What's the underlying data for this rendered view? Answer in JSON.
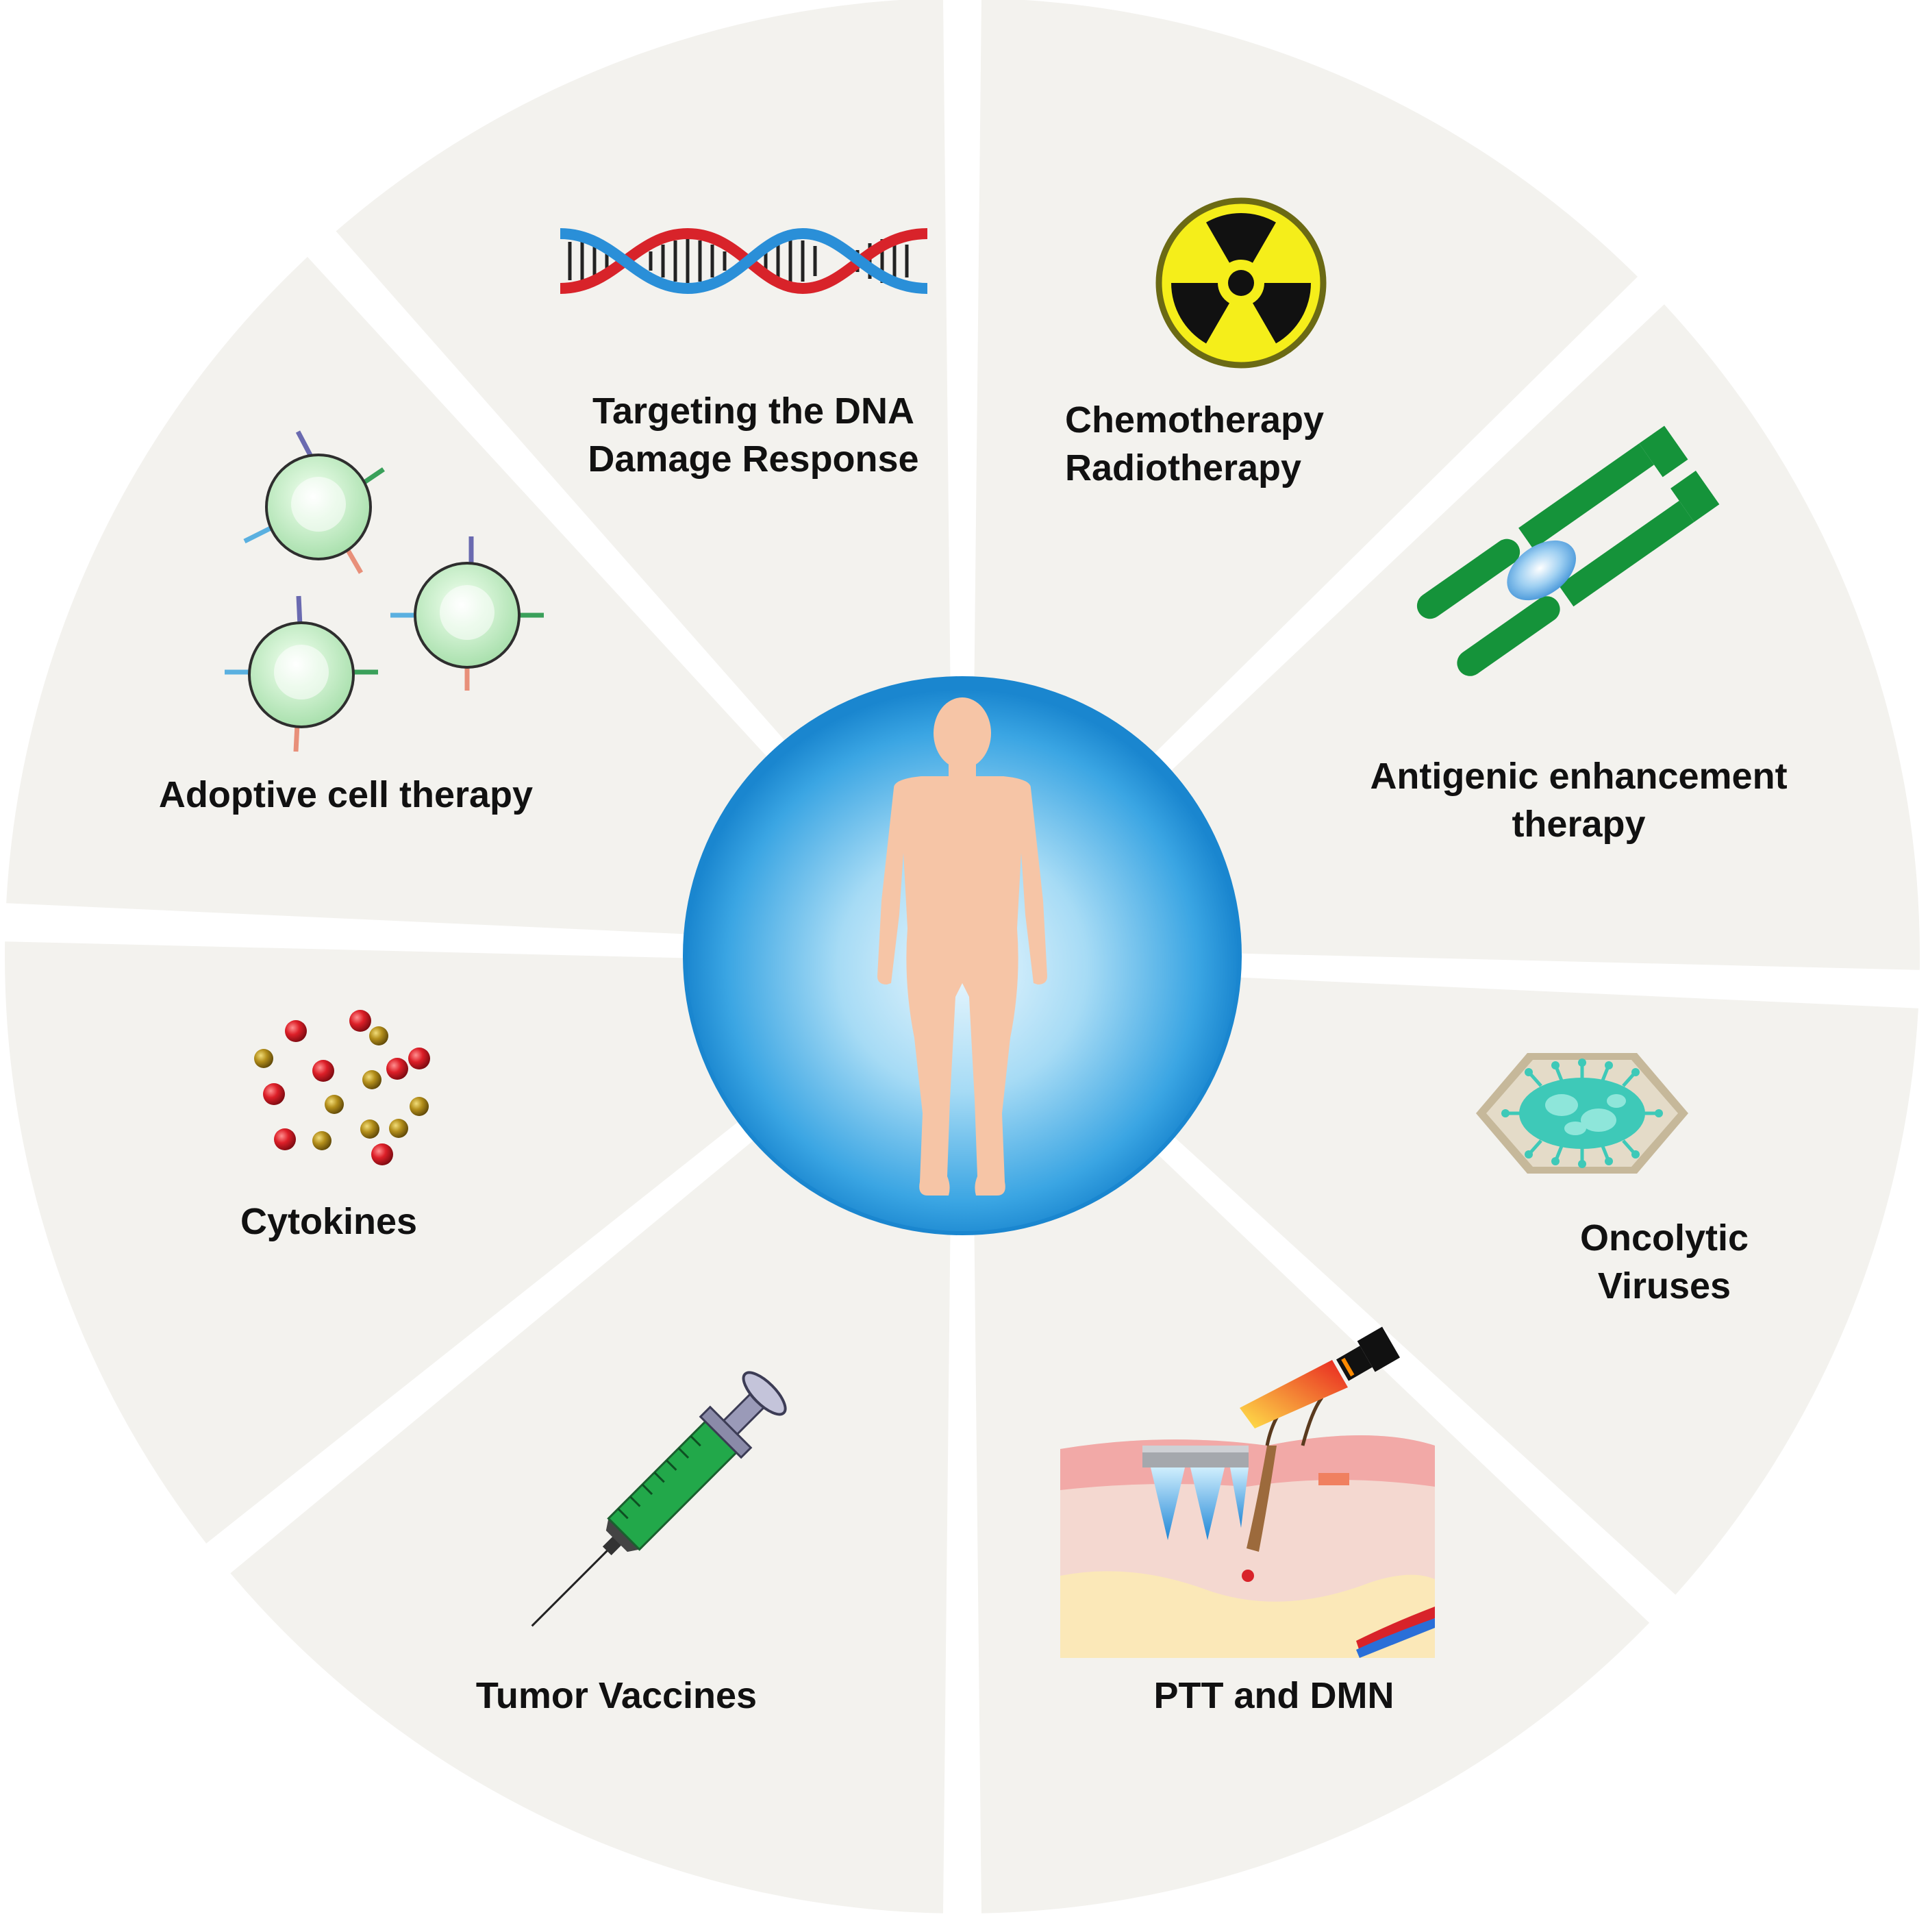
{
  "colors": {
    "segment_fill": "#f3f2ee",
    "gap": "#ffffff",
    "center_outer": "#1e8fd6",
    "center_inner": "#e9f6fd",
    "figure_skin": "#f6c5a6",
    "dna_red": "#d8232a",
    "dna_blue": "#2a8fd8",
    "radiation_yellow": "#f5ee1a",
    "antigen_green": "#15933a",
    "cell_green": "#c8eec8",
    "cytokine_red": "#d81e2a",
    "cytokine_gold": "#b08a18",
    "virus_teal": "#3ec9b8",
    "syringe_green": "#22a84a"
  },
  "segments": {
    "dna": {
      "line1": "Targeting the DNA",
      "line2": "Damage Response",
      "icon": "dna-helix-icon"
    },
    "chemo": {
      "line1": "Chemotherapy",
      "line2": "Radiotherapy",
      "icon": "radiation-icon"
    },
    "antigen": {
      "line1": "Antigenic enhancement",
      "line2": "therapy",
      "icon": "antibody-antigen-icon"
    },
    "virus": {
      "line1": "Oncolytic",
      "line2": "Viruses",
      "icon": "virus-icon"
    },
    "ptt": {
      "line1": "PTT and DMN",
      "icon": "skin-microneedle-laser-icon"
    },
    "vaccine": {
      "line1": "Tumor Vaccines",
      "icon": "syringe-icon"
    },
    "cytokines": {
      "line1": "Cytokines",
      "icon": "cytokine-particles-icon"
    },
    "adoptive": {
      "line1": "Adoptive cell therapy",
      "icon": "t-cells-icon"
    }
  },
  "center": {
    "icon": "human-body-icon"
  }
}
